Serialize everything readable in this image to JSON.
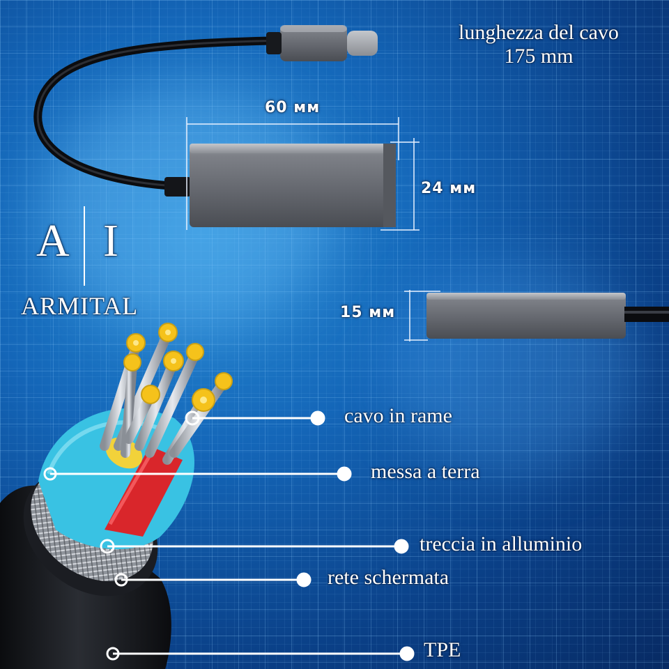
{
  "brand": {
    "logo_left": "A",
    "logo_right": "I",
    "name": "ARMITAL"
  },
  "cable_length": {
    "line1": "lunghezza del cavo",
    "line2": "175 mm"
  },
  "dimensions": {
    "width": "60 мм",
    "height": "24 мм",
    "thickness": "15 мм"
  },
  "layers": [
    {
      "label": "cavo in rame"
    },
    {
      "label": "messa a terra"
    },
    {
      "label": "treccia in alluminio"
    },
    {
      "label": "rete schermata"
    },
    {
      "label": "TPE"
    }
  ],
  "colors": {
    "accent": "#f5c21b",
    "background": "#1466b8",
    "device": "#6e7178",
    "wire_red": "#d9262b",
    "wire_cyan": "#3ec7e6"
  }
}
